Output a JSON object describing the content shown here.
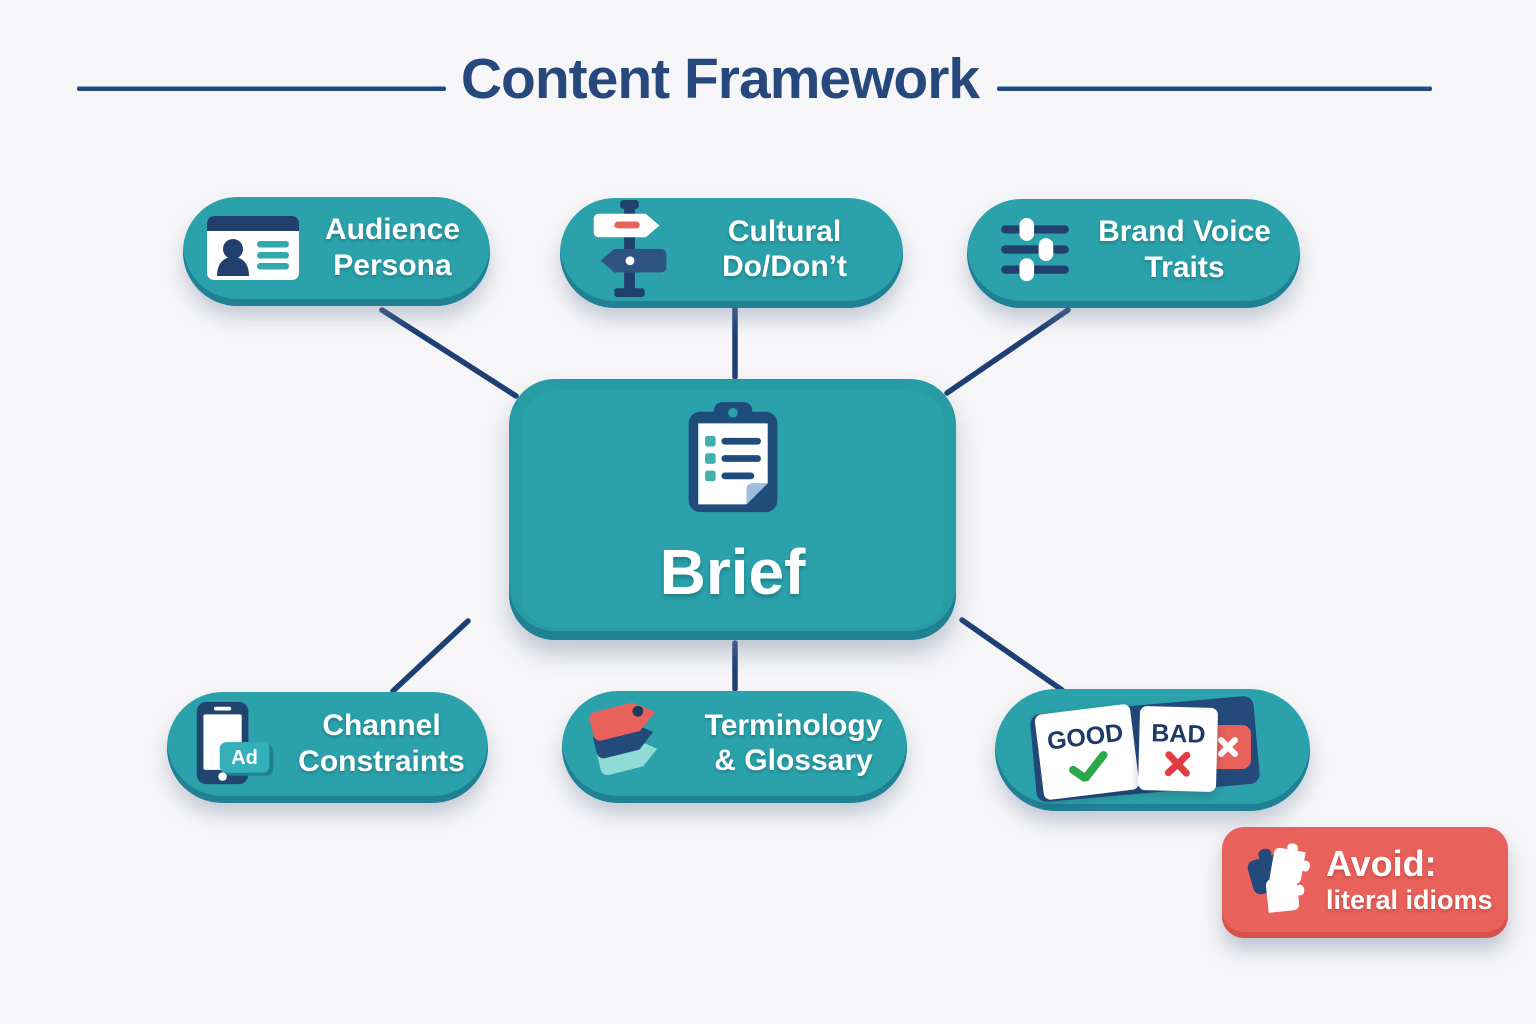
{
  "title": "Content Framework",
  "center": {
    "label": "Brief",
    "icon": "clipboard-icon"
  },
  "nodes": [
    {
      "id": "audience-persona",
      "line1": "Audience",
      "line2": "Persona",
      "icon": "id-card-icon"
    },
    {
      "id": "cultural-dodont",
      "line1": "Cultural",
      "line2": "Do/Don’t",
      "icon": "signpost-icon"
    },
    {
      "id": "brand-voice-traits",
      "line1": "Brand Voice",
      "line2": "Traits",
      "icon": "sliders-icon"
    },
    {
      "id": "channel-constraints",
      "line1": "Channel",
      "line2": "Constraints",
      "icon": "phone-ad-icon"
    },
    {
      "id": "terminology-glossary",
      "line1": "Terminology",
      "line2": "& Glossary",
      "icon": "tags-icon"
    }
  ],
  "ad_badge": "Ad",
  "good_bad": {
    "good_label": "GOOD",
    "bad_label": "BAD",
    "icons": [
      "check-icon",
      "x-icon",
      "corner-x-icon"
    ]
  },
  "avoid": {
    "heading": "Avoid:",
    "subtext": "literal idioms",
    "icon": "puzzle-icon"
  },
  "colors": {
    "background": "#F6F6F8",
    "teal": "#2BA2AB",
    "teal_dark_rim": "#1F8193",
    "navy": "#24497B",
    "title_navy": "#27487C",
    "connector_navy": "#1E3F74",
    "coral": "#E8615B",
    "check_green": "#2BA84A",
    "x_red": "#E23B41",
    "light_teal": "#8FDCD6"
  }
}
